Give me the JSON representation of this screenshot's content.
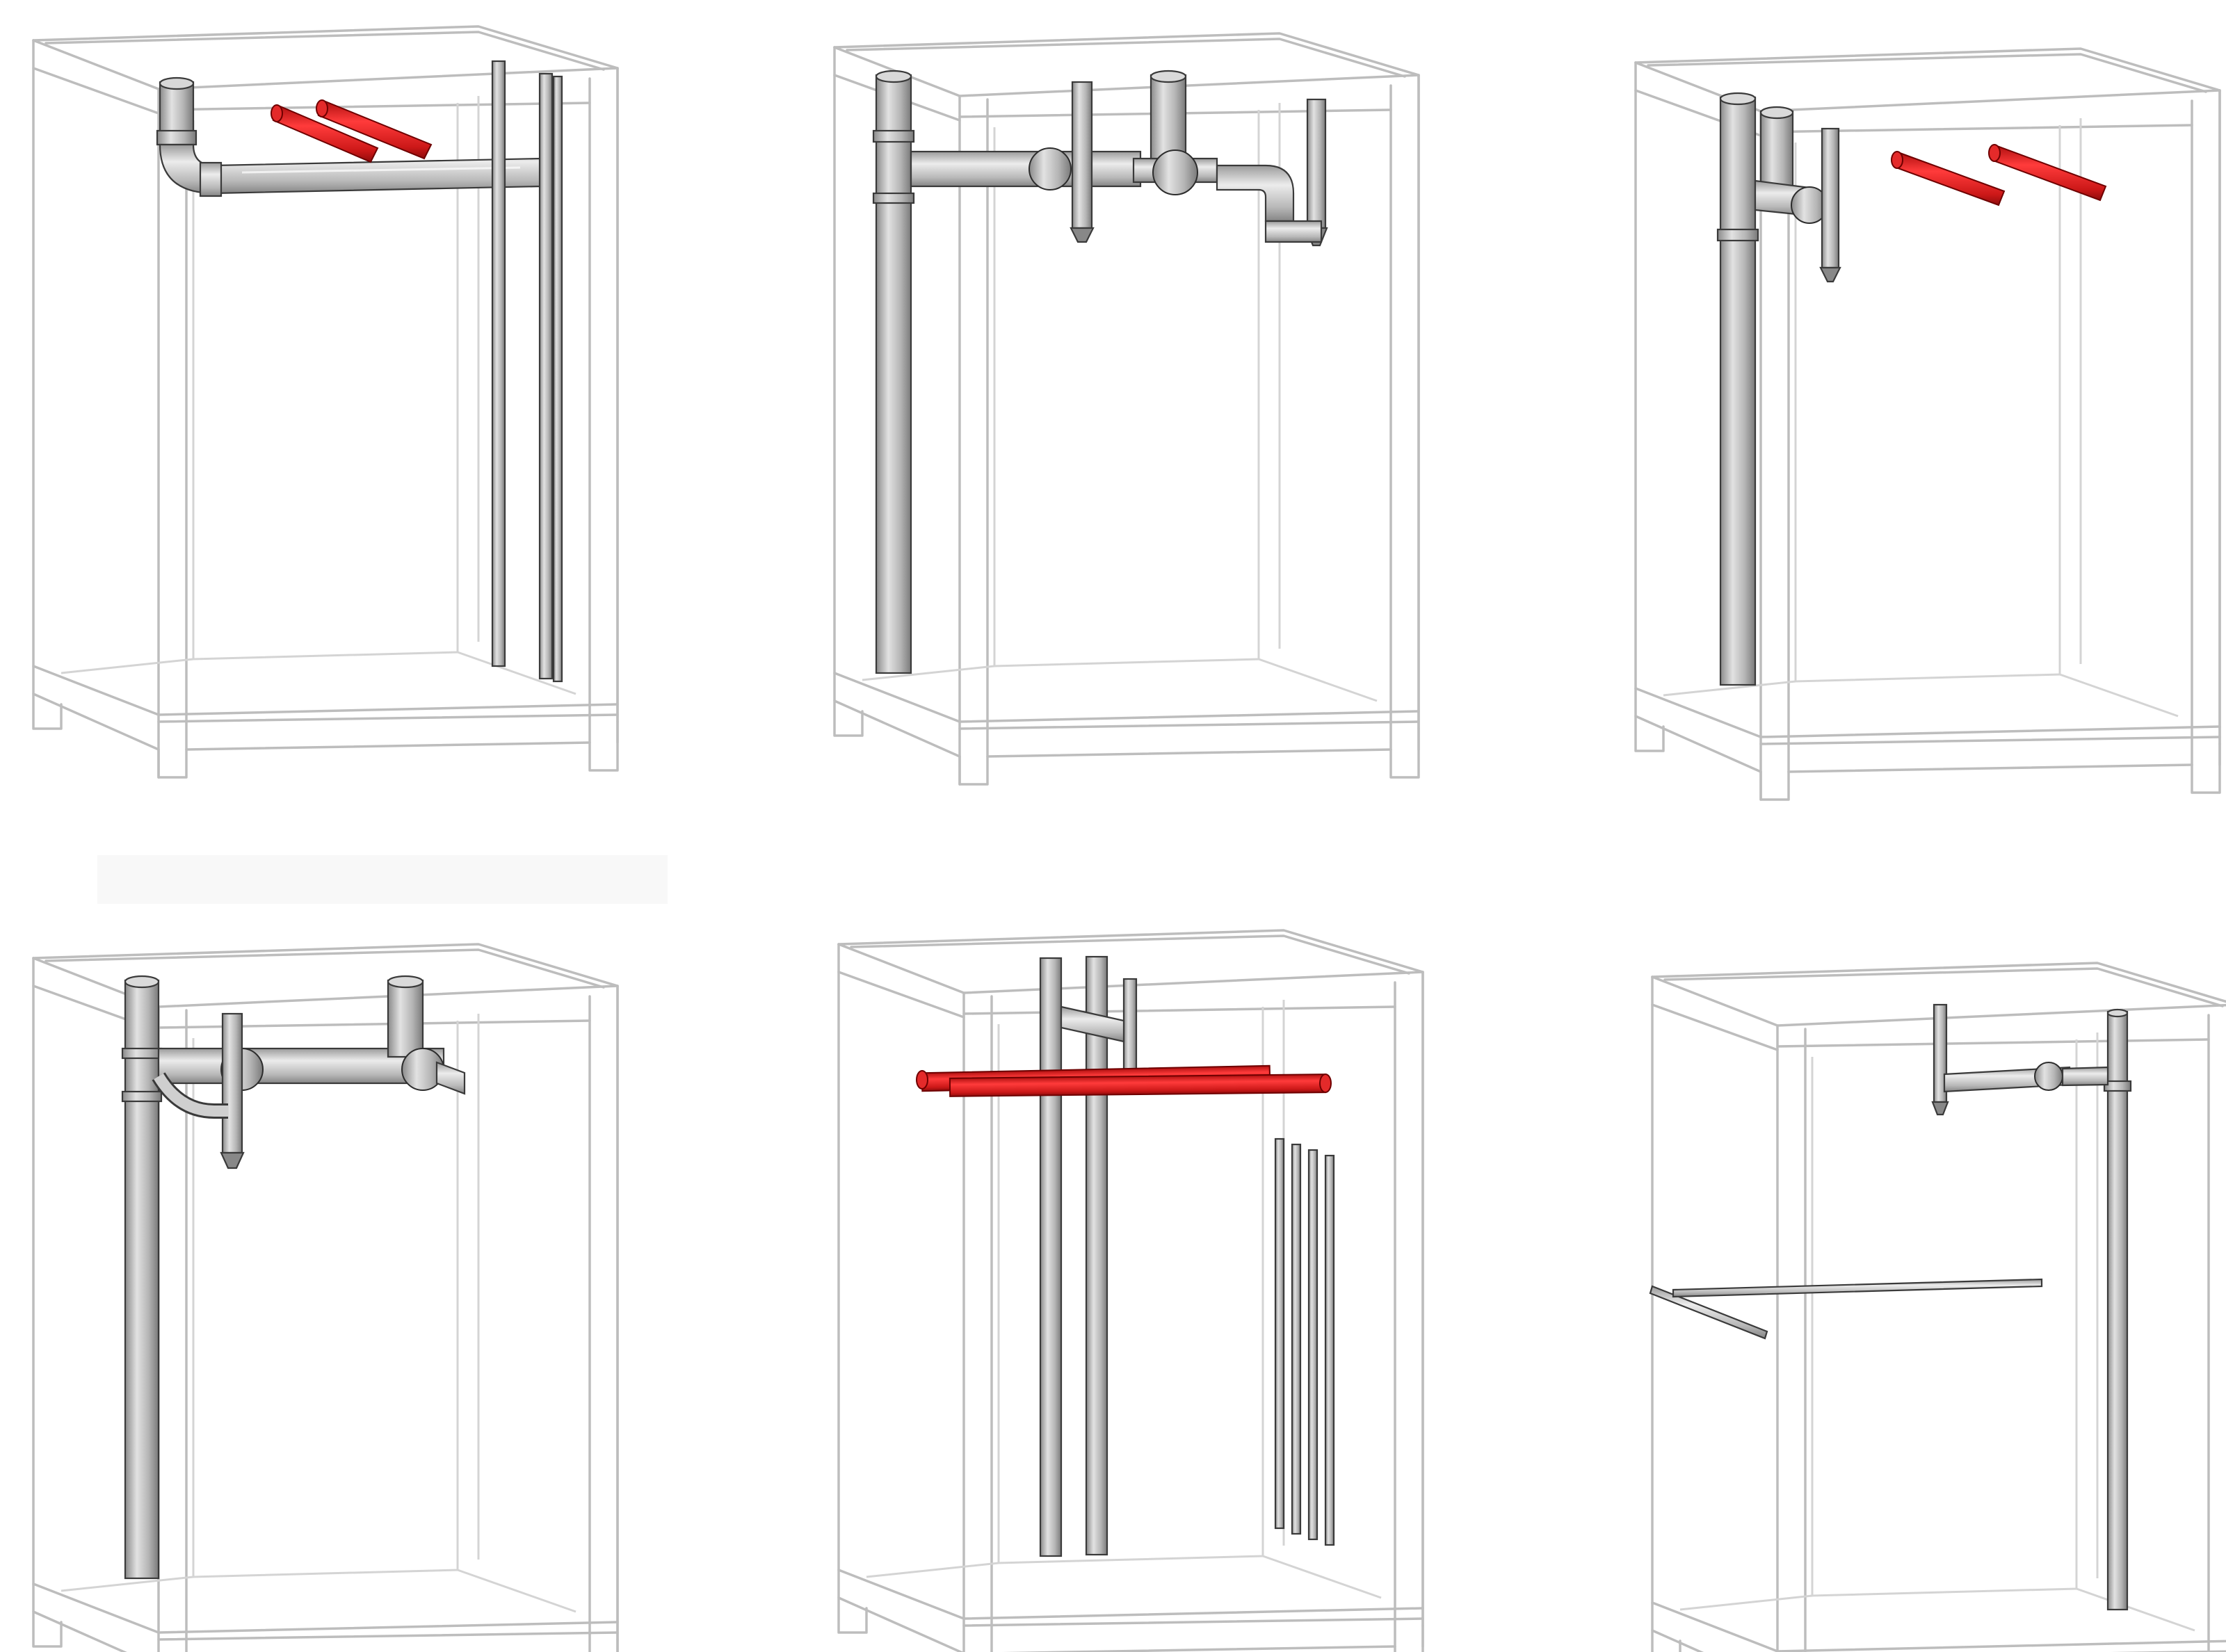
{
  "figure": {
    "panels": [
      {
        "name": "panel-1",
        "highlight_color": "#d62020",
        "parts": [
          "cabinet-frame",
          "horizontal-drain-pipe",
          "vertical-rods",
          "highlighted-red-bars"
        ]
      },
      {
        "name": "panel-2",
        "highlight_color": "#d62020",
        "parts": [
          "cabinet-frame",
          "vertical-pipe",
          "horizontal-pipe-with-valves",
          "p-trap"
        ]
      },
      {
        "name": "panel-3",
        "highlight_color": "#d62020",
        "parts": [
          "cabinet-frame",
          "vertical-pipes",
          "valve-assembly",
          "highlighted-red-bars"
        ]
      },
      {
        "name": "panel-4",
        "highlight_color": "#d62020",
        "parts": [
          "cabinet-frame",
          "vertical-pipe",
          "horizontal-pipe-with-valves"
        ]
      },
      {
        "name": "panel-5",
        "highlight_color": "#d62020",
        "parts": [
          "cabinet-frame",
          "vertical-pipes",
          "red-crossbar",
          "vertical-rods"
        ]
      },
      {
        "name": "panel-6",
        "highlight_color": "#d62020",
        "parts": [
          "cabinet-frame",
          "vertical-pipe",
          "valve-assembly",
          "l-bracket"
        ]
      }
    ],
    "colors": {
      "frame": "#bdbdbd",
      "pipe_fill": "#c9c9c9",
      "pipe_outline": "#3a3a3a",
      "highlight": "#d62020",
      "background": "#ffffff"
    }
  }
}
